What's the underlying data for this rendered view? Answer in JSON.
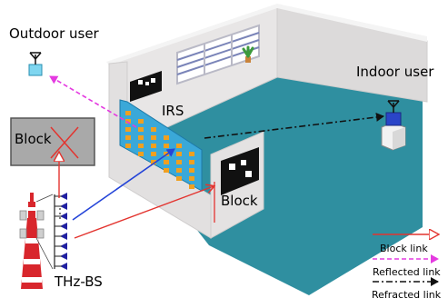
{
  "labels": {
    "outdoor_user": "Outdoor user",
    "indoor_user": "Indoor user",
    "irs": "IRS",
    "block_left": "Block",
    "block_room": "Block",
    "base_station": "THz-BS"
  },
  "legend": {
    "block_link": "Block link",
    "reflected_link": "Reflected link",
    "refracted_link": "Refracted link"
  },
  "colors": {
    "wall": "#e8e6e6",
    "wall_shade": "#cfcdcd",
    "floor": "#2f8fa0",
    "irs_panel": "#3aa8d8",
    "irs_element": "#f0a020",
    "block_link": "#e3342f",
    "reflected_link": "#e43ae0",
    "refracted_link": "#111111",
    "incident_link": "#2444d8",
    "obstacle": "#a9a9a9",
    "tower": "#d8262c",
    "outdoor_device": "#7fd6f0",
    "indoor_device": "#2a45c8",
    "antenna_marker": "#2020a0"
  }
}
